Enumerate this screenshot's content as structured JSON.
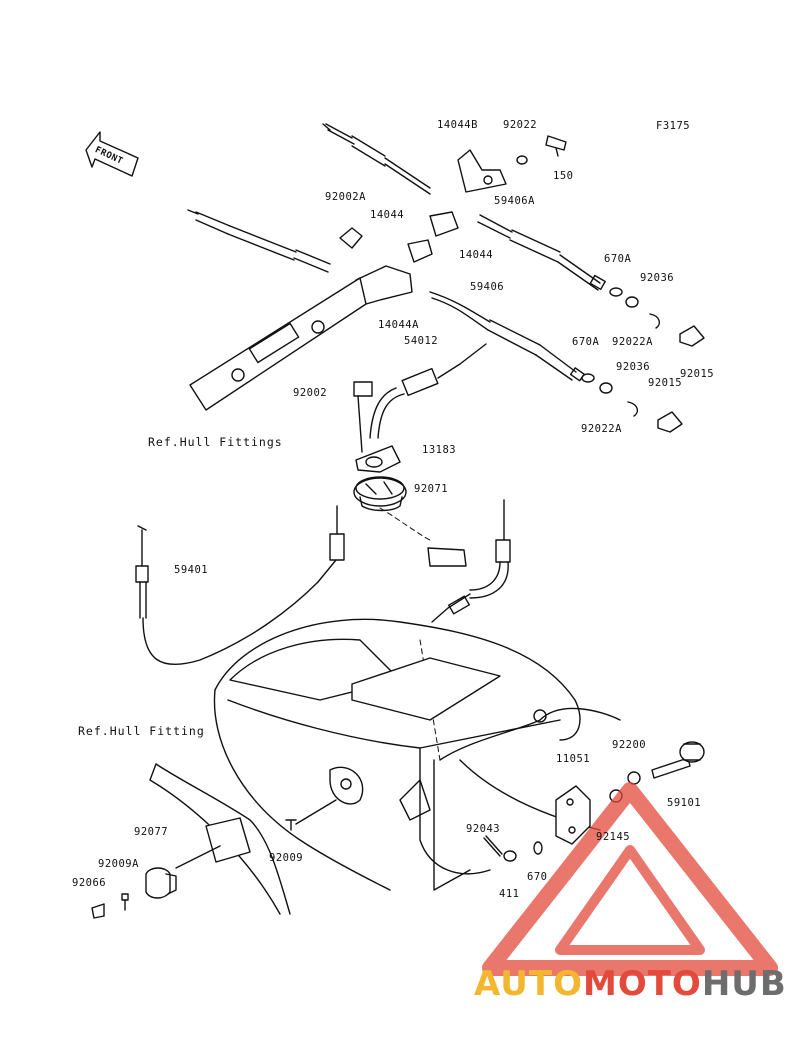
{
  "figure_code": "F3175",
  "front_arrow_label": "FRONT",
  "references": [
    "Ref.Hull Fittings",
    "Ref.Hull Fitting"
  ],
  "part_labels": {
    "p14044B": "14044B",
    "p92022_top": "92022",
    "p150": "150",
    "p92002A": "92002A",
    "p14044_a": "14044",
    "p14044_b": "14044",
    "p59406A": "59406A",
    "p670A_a": "670A",
    "p92036_a": "92036",
    "p59406": "59406",
    "p14044A": "14044A",
    "p54012": "54012",
    "p670A_b": "670A",
    "p92022A_a": "92022A",
    "p92015_a": "92015",
    "p92036_b": "92036",
    "p92015_b": "92015",
    "p92002": "92002",
    "p92022A_b": "92022A",
    "p13183": "13183",
    "p92071": "92071",
    "p59401": "59401",
    "p11051": "11051",
    "p92200": "92200",
    "p59101": "59101",
    "p92077": "92077",
    "p92043": "92043",
    "p92145": "92145",
    "p92009A": "92009A",
    "p92009": "92009",
    "p670": "670",
    "p92066": "92066",
    "p411": "411"
  },
  "watermark": {
    "part1": "AUTO",
    "part2": "MOTO",
    "part3": "HUB",
    "colors": {
      "auto": "#f2b72e",
      "moto": "#e34a3c",
      "hub": "#6d6d6d"
    }
  }
}
